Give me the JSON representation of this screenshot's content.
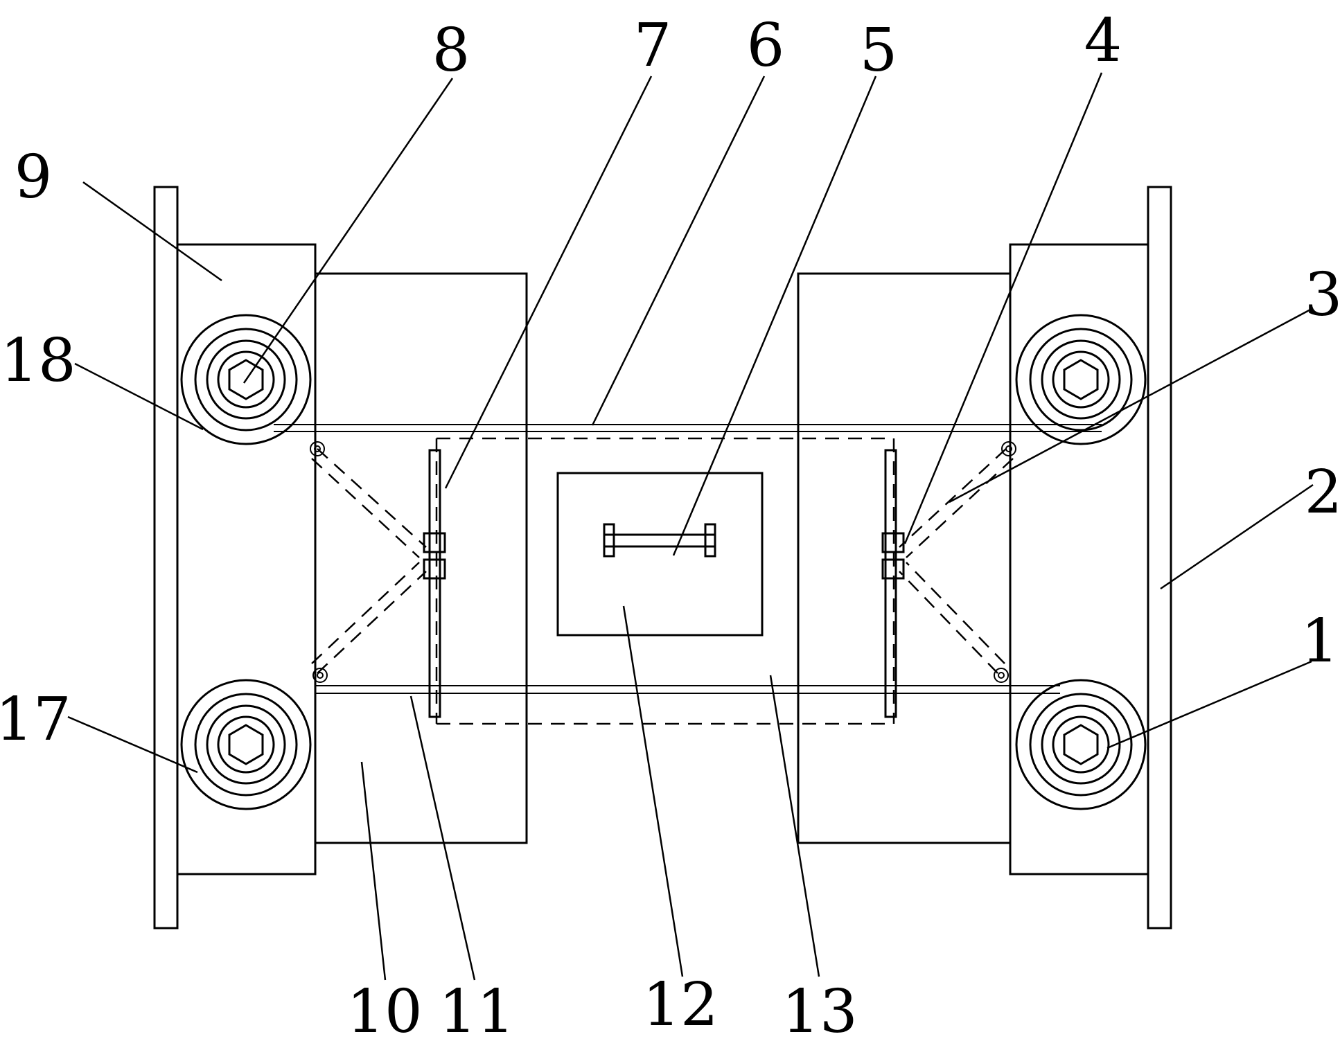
{
  "labels": {
    "l1": "1",
    "l2": "2",
    "l3": "3",
    "l4": "4",
    "l5": "5",
    "l6": "6",
    "l7": "7",
    "l8": "8",
    "l9": "9",
    "l10": "10",
    "l11": "11",
    "l12": "12",
    "l13": "13",
    "l17": "17",
    "l18": "18"
  }
}
